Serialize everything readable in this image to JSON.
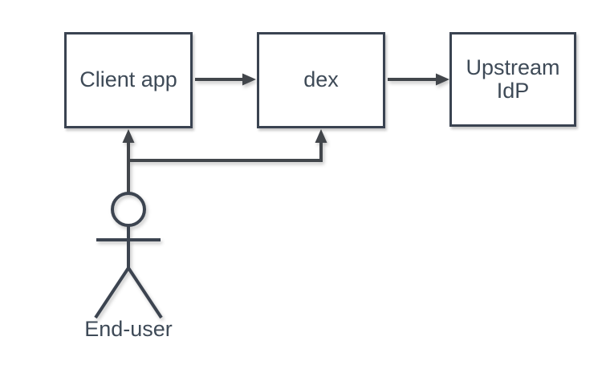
{
  "diagram": {
    "background_color": "#ffffff",
    "node_border_color": "#3a4351",
    "node_fill_color": "#ffffff",
    "arrow_color": "#42464b",
    "text_color": "#3e4a57",
    "nodes": [
      {
        "id": "client-app",
        "label": "Client app"
      },
      {
        "id": "dex",
        "label": "dex"
      },
      {
        "id": "upstream-idp",
        "label": "Upstream IdP"
      }
    ],
    "edges": [
      {
        "from": "client-app",
        "to": "dex"
      },
      {
        "from": "dex",
        "to": "upstream-idp"
      },
      {
        "from": "end-user",
        "to": "client-app"
      },
      {
        "from": "end-user",
        "to": "dex"
      }
    ],
    "actor": {
      "id": "end-user",
      "label": "End-user"
    }
  }
}
